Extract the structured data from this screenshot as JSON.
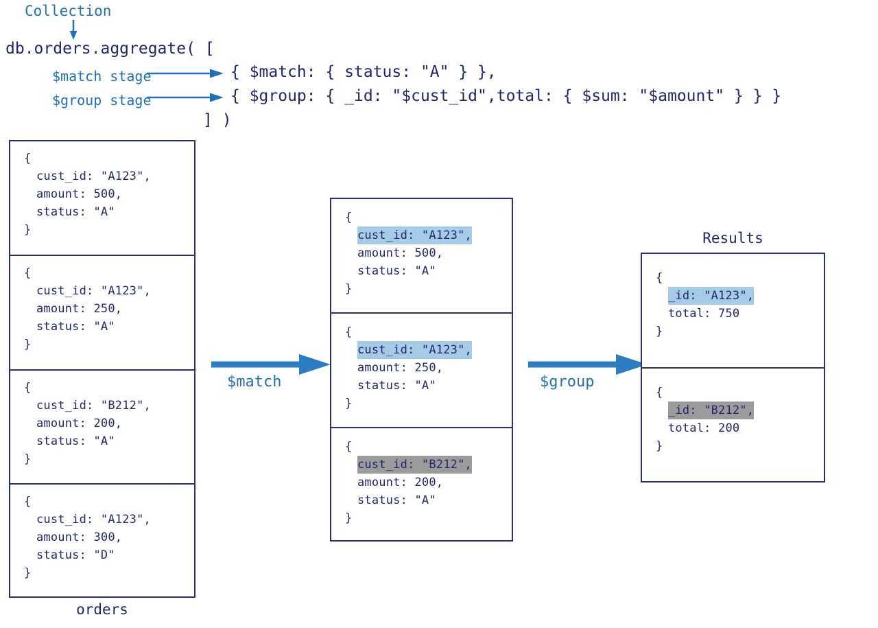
{
  "annotations": {
    "collection_label": "Collection",
    "match_stage_label": "$match stage",
    "group_stage_label": "$group stage",
    "collection_arrow_icon": "down-arrow-icon",
    "match_stage_arrow_icon": "right-arrow-icon",
    "group_stage_arrow_icon": "right-arrow-icon"
  },
  "code": {
    "line1": "db.orders.aggregate( [",
    "line2": "{ $match: { status: \"A\" } },",
    "line3": "{ $group: { _id: \"$cust_id\",total: { $sum: \"$amount\" } } }",
    "line4": "] )"
  },
  "orders_table": {
    "caption": "orders",
    "docs": [
      {
        "open": "{",
        "lines": [
          "cust_id: \"A123\",",
          "amount: 500,",
          "status: \"A\""
        ],
        "close": "}",
        "highlight": "none"
      },
      {
        "open": "{",
        "lines": [
          "cust_id: \"A123\",",
          "amount: 250,",
          "status: \"A\""
        ],
        "close": "}",
        "highlight": "none"
      },
      {
        "open": "{",
        "lines": [
          "cust_id: \"B212\",",
          "amount: 200,",
          "status: \"A\""
        ],
        "close": "}",
        "highlight": "none"
      },
      {
        "open": "{",
        "lines": [
          "cust_id: \"A123\",",
          "amount: 300,",
          "status: \"D\""
        ],
        "close": "}",
        "highlight": "none"
      }
    ]
  },
  "match_table": {
    "docs": [
      {
        "open": "{",
        "lines": [
          "cust_id: \"A123\",",
          "amount: 500,",
          "status: \"A\""
        ],
        "close": "}",
        "highlight": "blue"
      },
      {
        "open": "{",
        "lines": [
          "cust_id: \"A123\",",
          "amount: 250,",
          "status: \"A\""
        ],
        "close": "}",
        "highlight": "blue"
      },
      {
        "open": "{",
        "lines": [
          "cust_id: \"B212\",",
          "amount: 200,",
          "status: \"A\""
        ],
        "close": "}",
        "highlight": "gray"
      }
    ]
  },
  "results_table": {
    "caption": "Results",
    "docs": [
      {
        "open": "{",
        "lines": [
          "_id: \"A123\",",
          "total: 750"
        ],
        "close": "}",
        "highlight": "blue"
      },
      {
        "open": "{",
        "lines": [
          "_id: \"B212\",",
          "total: 200"
        ],
        "close": "}",
        "highlight": "gray"
      }
    ]
  },
  "pipeline_arrows": {
    "match": "$match",
    "group": "$group"
  },
  "colors": {
    "ink": "#22276b",
    "accent_blue": "#1f72b8",
    "arrow_blue": "#2b7cc0",
    "highlight_blue": "#a6cbe6",
    "highlight_gray": "#9b9b9b",
    "border": "#2b2f77",
    "background": "#ffffff"
  }
}
